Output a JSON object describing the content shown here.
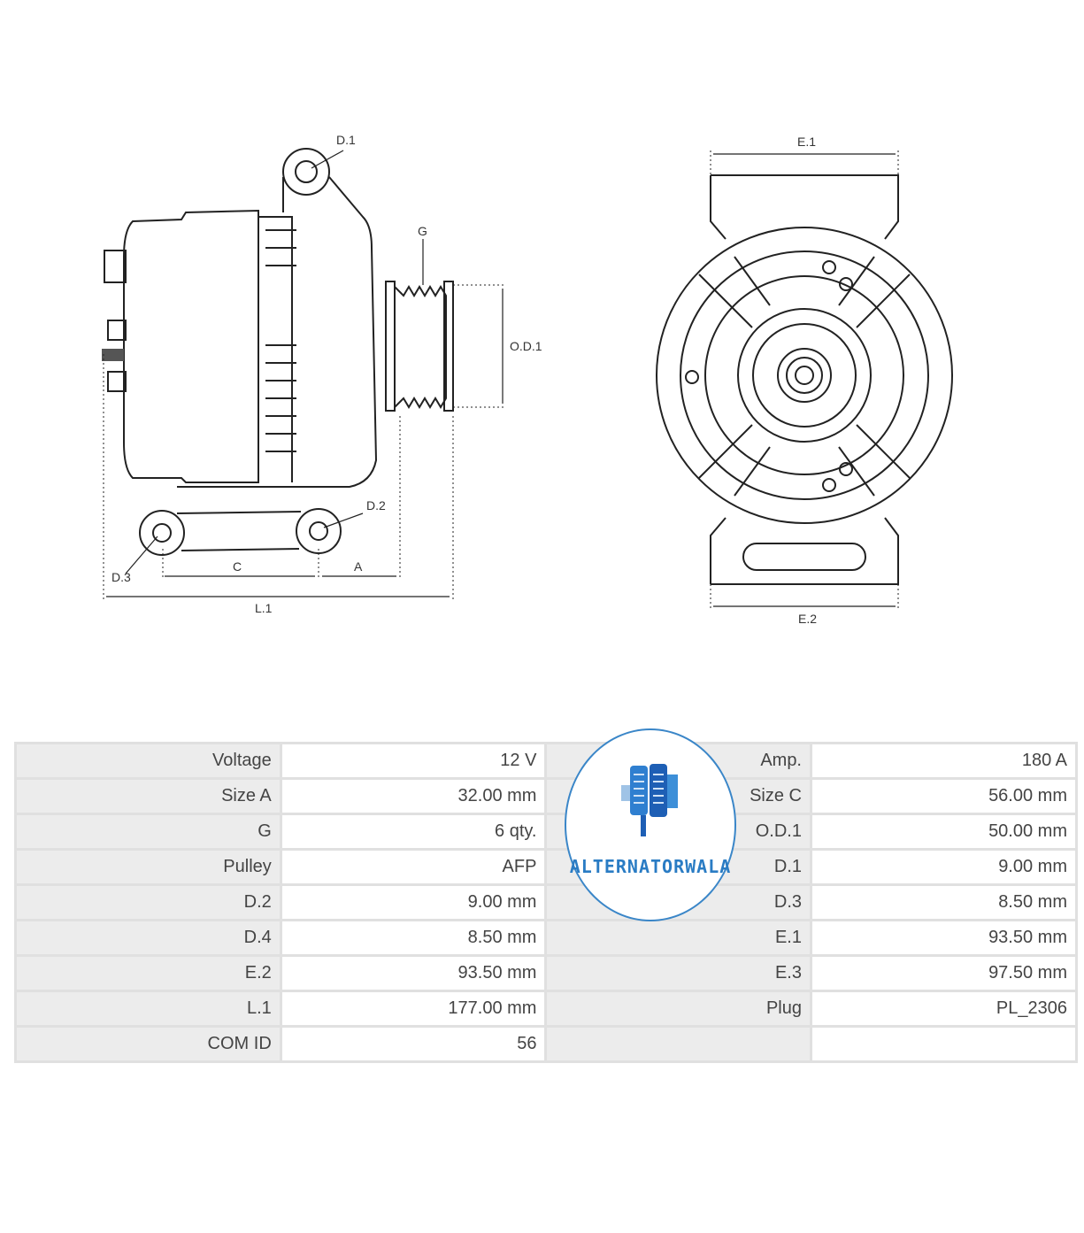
{
  "drawing": {
    "side_labels": {
      "d1": "D.1",
      "g": "G",
      "od1": "O.D.1",
      "d2": "D.2",
      "d3": "D.3",
      "c": "C",
      "a": "A",
      "l1": "L.1"
    },
    "front_labels": {
      "e1": "E.1",
      "e2": "E.2"
    }
  },
  "logo": {
    "text": "ALTERNATORWALA",
    "color": "#2a7cc4"
  },
  "specs": [
    [
      "Voltage",
      "12 V",
      "Amp.",
      "180 A"
    ],
    [
      "Size A",
      "32.00 mm",
      "Size C",
      "56.00 mm"
    ],
    [
      "G",
      "6 qty.",
      "O.D.1",
      "50.00 mm"
    ],
    [
      "Pulley",
      "AFP",
      "D.1",
      "9.00 mm"
    ],
    [
      "D.2",
      "9.00 mm",
      "D.3",
      "8.50 mm"
    ],
    [
      "D.4",
      "8.50 mm",
      "E.1",
      "93.50 mm"
    ],
    [
      "E.2",
      "93.50 mm",
      "E.3",
      "97.50 mm"
    ],
    [
      "L.1",
      "177.00 mm",
      "Plug",
      "PL_2306"
    ],
    [
      "COM ID",
      "56",
      "",
      ""
    ]
  ]
}
